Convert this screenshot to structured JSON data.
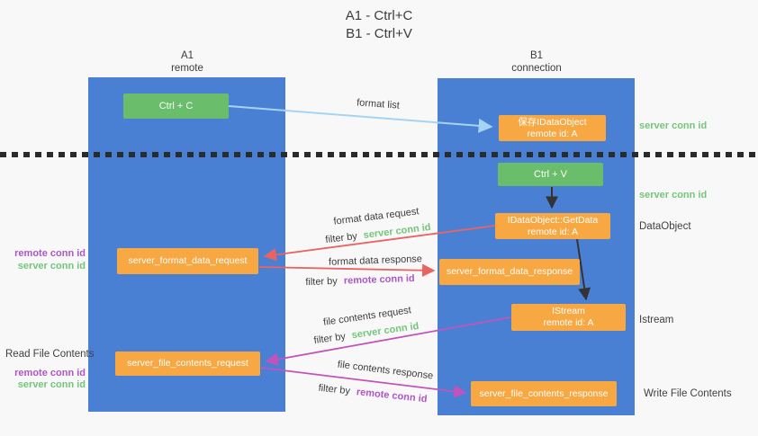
{
  "title": {
    "line1": "A1 - Ctrl+C",
    "line2": "B1 - Ctrl+V"
  },
  "colors": {
    "column_blue": "#4a80d4",
    "box_green": "#69bd6b",
    "box_orange": "#f7a843",
    "green_text": "#73c679",
    "purple_text": "#ae56c5",
    "arrow_red": "#e96360",
    "arrow_magenta": "#c253bd",
    "arrow_light_blue": "#a5d3f3",
    "arrow_black": "#333333",
    "dashed_line": "#2b2b2b"
  },
  "columns": {
    "left": {
      "name": "A1",
      "subtitle": "remote"
    },
    "right": {
      "name": "B1",
      "subtitle": "connection"
    }
  },
  "nodes": {
    "ctrl_c": {
      "label": "Ctrl + C"
    },
    "save_idataobject": {
      "line1": "保存IDataObject",
      "line2": "remote id: A"
    },
    "ctrl_v": {
      "label": "Ctrl + V"
    },
    "getdata": {
      "line1": "IDataObject::GetData",
      "line2": "remote id: A"
    },
    "server_format_data_request": {
      "label": "server_format_data_request"
    },
    "server_format_data_response": {
      "label": "server_format_data_response"
    },
    "istream": {
      "line1": "IStream",
      "line2": "remote id: A"
    },
    "server_file_contents_request": {
      "label": "server_file_contents_request"
    },
    "server_file_contents_response": {
      "label": "server_file_contents_response"
    }
  },
  "edge_labels": {
    "format_list": "format list",
    "format_data_request": "format data request",
    "format_data_response": "format data response",
    "file_contents_request": "file contents request",
    "file_contents_response": "file contents response",
    "filter_by": "filter by",
    "server_conn_id": "server conn id",
    "remote_conn_id": "remote conn id"
  },
  "side_labels": {
    "server_conn_id_right_top": "server conn id",
    "server_conn_id_right_mid": "server conn id",
    "dataobject": "DataObject",
    "istream": "Istream",
    "write_file_contents": "Write File Contents",
    "remote_conn_id_left_top": "remote conn id",
    "server_conn_id_left_top": "server conn id",
    "read_file_contents": "Read File Contents",
    "remote_conn_id_left_bottom": "remote conn id",
    "server_conn_id_left_bottom": "server conn id"
  }
}
